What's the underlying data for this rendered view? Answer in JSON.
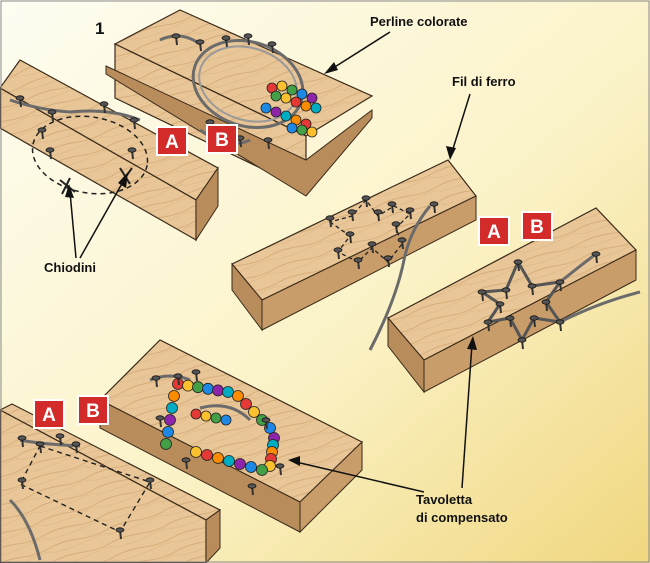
{
  "figure_number": "1",
  "labels": {
    "perline": "Perline colorate",
    "fil_di_ferro": "Fil di ferro",
    "chiodini": "Chiodini",
    "tavoletta_line1": "Tavoletta",
    "tavoletta_line2": "di compensato"
  },
  "steps": {
    "a": "A",
    "b": "B"
  },
  "colors": {
    "background_light": "#fdfbe6",
    "background_warm": "#f2dd8a",
    "board": "#e6c394",
    "board_side": "#b98c5c",
    "wire": "#6b6b6b",
    "badge": "#d32a2a",
    "bead_palette": [
      "#e53935",
      "#fbc02d",
      "#43a047",
      "#1e88e5",
      "#8e24aa",
      "#00acc1",
      "#fb8c00"
    ]
  },
  "icons": {
    "nail": "nail-icon",
    "bead": "bead-icon"
  }
}
